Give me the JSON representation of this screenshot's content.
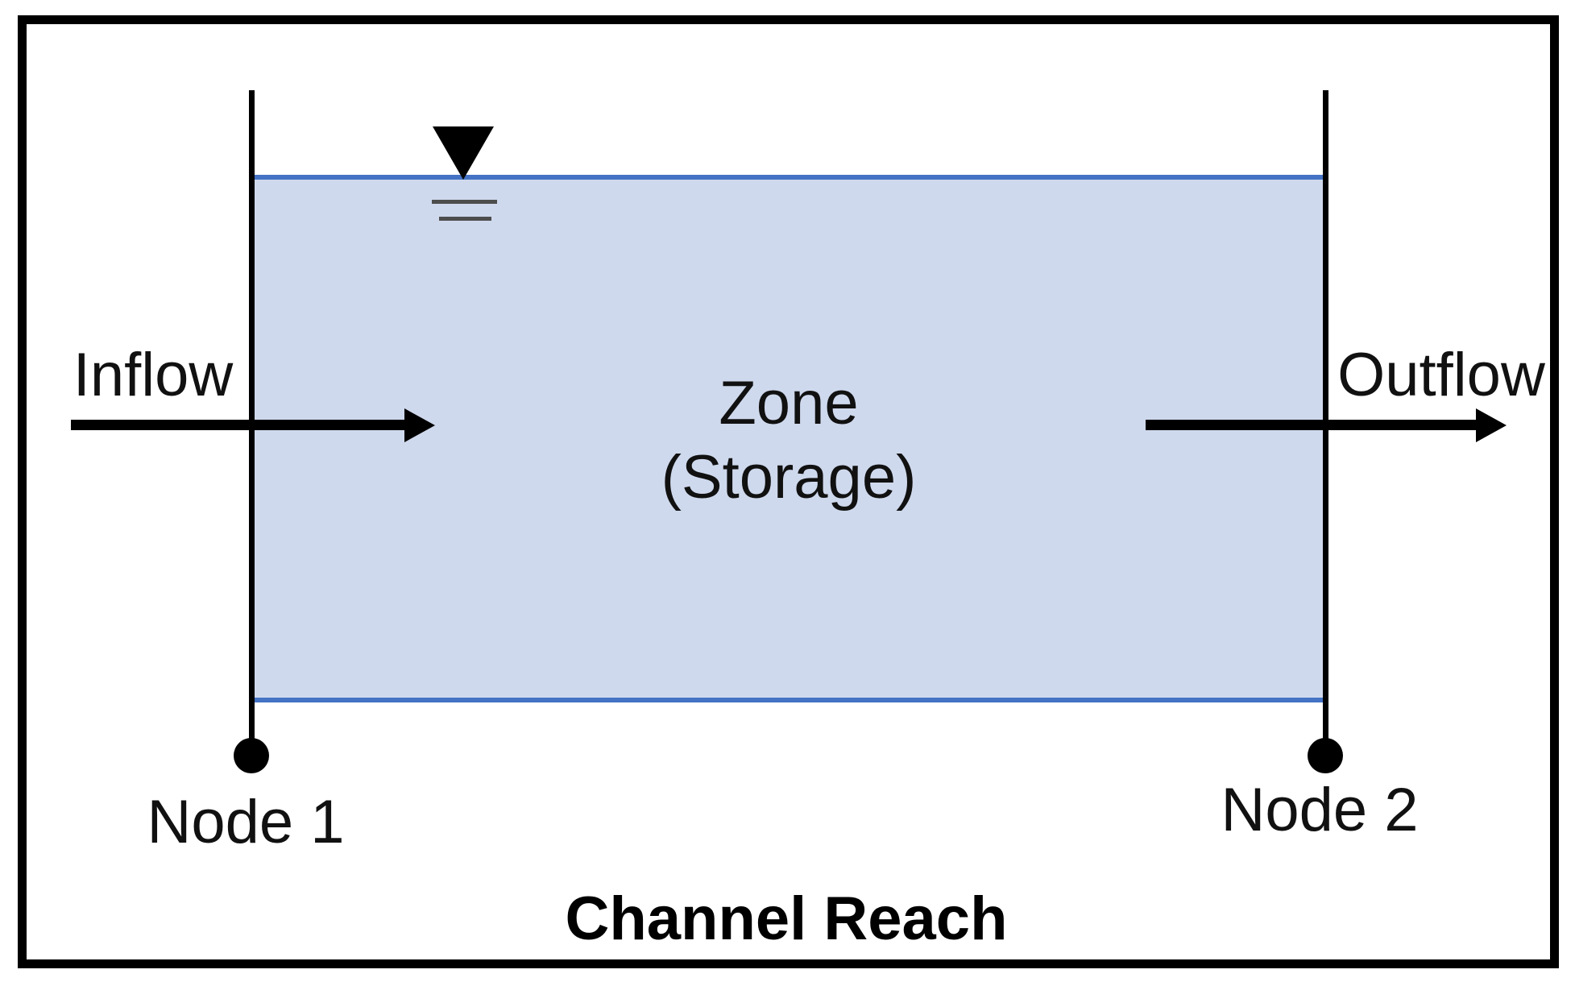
{
  "diagram": {
    "caption": "Channel Reach",
    "zone_label_line1": "Zone",
    "zone_label_line2": "(Storage)",
    "inflow_label": "Inflow",
    "outflow_label": "Outflow",
    "node1_label": "Node 1",
    "node2_label": "Node 2"
  },
  "icons": {
    "water_surface_marker": "down-triangle-with-dashes",
    "inflow_arrow": "right-arrow",
    "outflow_arrow": "right-arrow",
    "node_marker": "filled-circle"
  },
  "colors": {
    "water_fill": "#CFD9ED",
    "water_edge": "#4472C4",
    "line_black": "#000000",
    "symbol_gray": "#4D4D4D"
  }
}
